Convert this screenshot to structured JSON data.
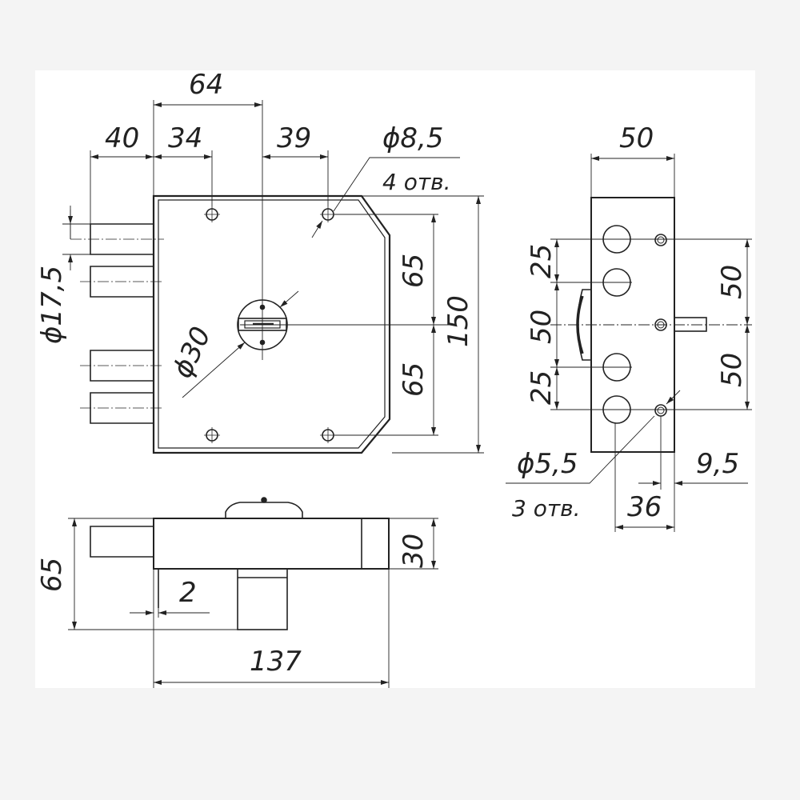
{
  "dimensions": {
    "front_top_64": "64",
    "front_top_40": "40",
    "front_top_34": "34",
    "front_top_39": "39",
    "hole_dia_8_5": "ϕ8,5",
    "holes_count_4": "4 отв.",
    "bolt_dia_17_5": "ϕ17,5",
    "cylinder_dia_30": "ϕ30",
    "upper_65": "65",
    "lower_65": "65",
    "height_150": "150",
    "side_width_50": "50",
    "side_left_25_top": "25",
    "side_left_50": "50",
    "side_left_25_bottom": "25",
    "side_right_50_top": "50",
    "side_right_50_bottom": "50",
    "hole_dia_5_5": "ϕ5,5",
    "holes_count_3": "3 отв.",
    "dim_9_5": "9,5",
    "dim_36": "36",
    "bottom_depth_65": "65",
    "bottom_30": "30",
    "bottom_2": "2",
    "bottom_width_137": "137"
  },
  "colors": {
    "sheet": "#ffffff",
    "page": "#f4f4f4",
    "line": "#222222"
  }
}
